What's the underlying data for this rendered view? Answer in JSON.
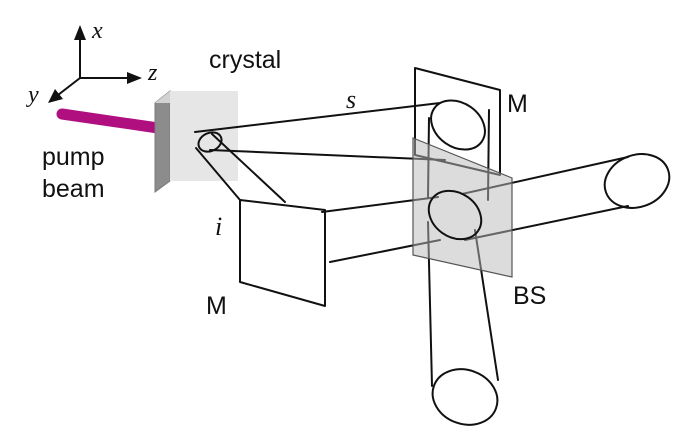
{
  "labels": {
    "axis_x": "x",
    "axis_y": "y",
    "axis_z": "z",
    "crystal": "crystal",
    "pump_line1": "pump",
    "pump_line2": "beam",
    "signal": "s",
    "idler": "i",
    "mirror_top": "M",
    "mirror_bottom": "M",
    "beam_splitter": "BS"
  },
  "colors": {
    "pump_beam": "#b0107f",
    "crystal_front": "#e6e6e6",
    "crystal_side": "#8c8c8c",
    "beam_splitter_fill": "#b9b9b9"
  }
}
